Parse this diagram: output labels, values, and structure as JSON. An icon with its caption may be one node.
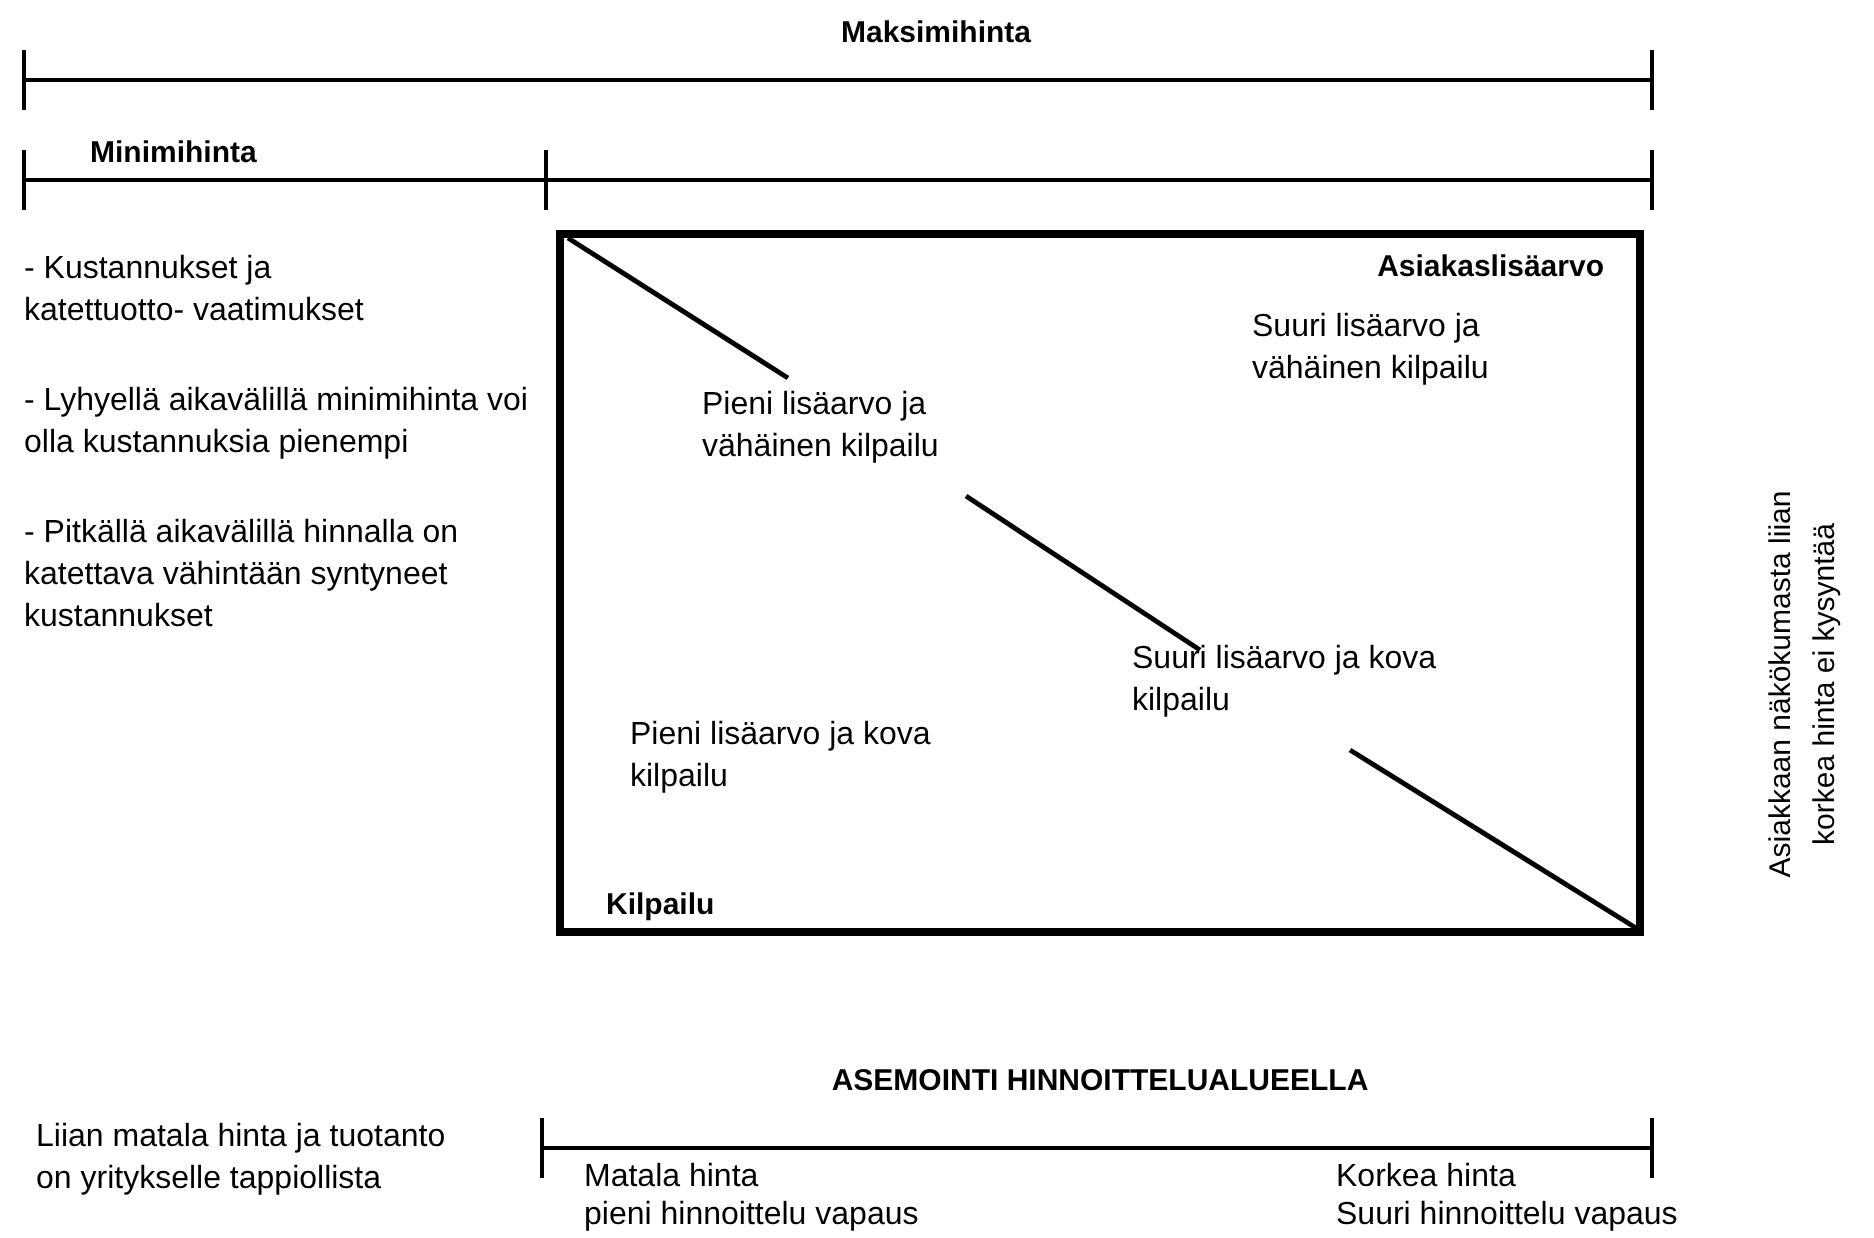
{
  "diagram": {
    "nodes": [
      {
        "text": [
          "Asiakaslisäarvo",
          "Suuri lisäarvo ja vähäinen kilpailu",
          "Pieni lisäarvo ja vähäinen kilpailu",
          "Suuri lisäarvo ja kova kilpailu",
          "Pieni  lisäarvo ja kova kilpailu",
          "Kilpailu"
        ]
      }
    ],
    "labels": [
      "Maksimihinta",
      "Minimihinta",
      "- Kustannukset ja katettuotto- vaatimukset",
      "- Lyhyellä aikavälillä minimihinta voi olla kustannuksia pienempi",
      "- Pitkällä aikavälillä hinnalla on katettava vähintään syntyneet kustannukset",
      "Asiakkaan näkökumasta liian korkea hinta ei kysyntää",
      "ASEMOINTI HINNOITTELUALUEELLA",
      "Liian matala hinta ja tuotanto on yritykselle tappiollista",
      "Matala hinta",
      "pieni hinnoittelu vapaus",
      "Korkea hinta",
      "Suuri hinnoittelu vapaus"
    ]
  }
}
